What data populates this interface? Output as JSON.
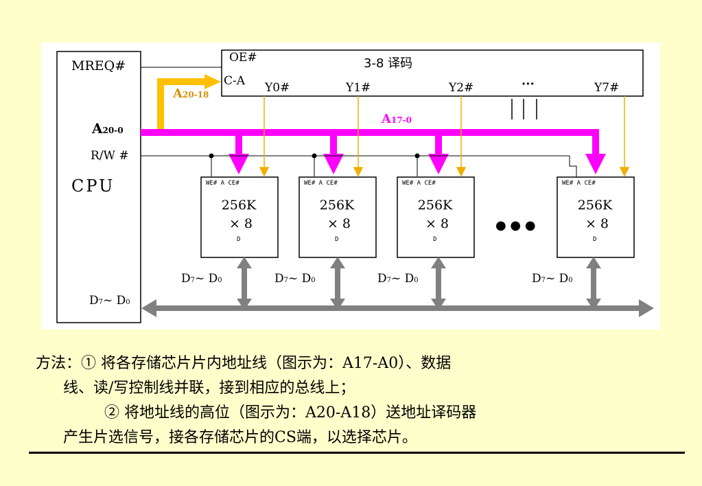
{
  "cpu": {
    "mreq": "MREQ#",
    "addr_main": "A",
    "addr_sub": "20-0",
    "rw": "R/W #",
    "name": "CPU",
    "data_main": "D",
    "data_sub1": "7",
    "data_tilde": "~ D",
    "data_sub2": "0"
  },
  "decoder": {
    "oe": "OE#",
    "ca": "C-A",
    "title": "3-8 译码",
    "outputs": [
      "Y0#",
      "Y1#",
      "Y2#",
      "···",
      "Y7#"
    ]
  },
  "buses": {
    "high_addr": "A",
    "high_addr_sub": "20-18",
    "low_addr": "A",
    "low_addr_sub": "17-0"
  },
  "chips": [
    {
      "pins": "WE# A  CE#",
      "cap": "256K",
      "width": "× 8",
      "bot": "D"
    },
    {
      "pins": "WE# A  CE#",
      "cap": "256K",
      "width": "× 8",
      "bot": "D"
    },
    {
      "pins": "WE# A  CE#",
      "cap": "256K",
      "width": "× 8",
      "bot": "D"
    },
    {
      "pins": "WE# A  CE#",
      "cap": "256K",
      "width": "× 8",
      "bot": "D"
    }
  ],
  "chip_ellipsis": "● ● ●",
  "chip_data_labels": [
    {
      "m": "D",
      "s1": "7",
      "t": "~ D",
      "s2": "0"
    },
    {
      "m": "D",
      "s1": "7",
      "t": "~ D",
      "s2": "0"
    },
    {
      "m": "D",
      "s1": "7",
      "t": "~ D",
      "s2": "0"
    },
    {
      "m": "D",
      "s1": "7",
      "t": "~ D",
      "s2": "0"
    }
  ],
  "description": {
    "line1": "方法：① 将各存储芯片片内地址线（图示为：A17-A0）、数据",
    "line2": "线、读/写控制线并联，接到相应的总线上；",
    "line3": "② 将地址线的高位（图示为：A20-A18）送地址译码器",
    "line4": "产生片选信号，接各存储芯片的CS端，以选择芯片。"
  },
  "colors": {
    "background": "#FFFFCC",
    "address_bus": "#FF00FF",
    "high_address": "#FFC000",
    "chip_select": "#F0B000",
    "data_bus": "#808080"
  }
}
